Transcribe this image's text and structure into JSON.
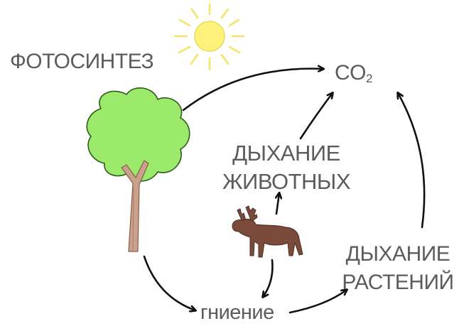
{
  "labels": {
    "photosynthesis": "ФОТОСИНТЕЗ",
    "co2_main": "CO",
    "co2_sub": "2",
    "animal_respiration_line1": "ДЫХАНИЕ",
    "animal_respiration_line2": "ЖИВОТНЫХ",
    "plant_respiration_line1": "ДЫХАНИЕ",
    "plant_respiration_line2": "РАСТЕНИЙ",
    "decay": "гниение"
  },
  "icons": [
    "sun-icon",
    "tree-icon",
    "moose-icon"
  ],
  "colors": {
    "text": "#5c5c5c",
    "arrow": "#111111",
    "sun_fill": "#fff27a",
    "sun_rays": "#f3e56a",
    "foliage": "#9bea6c",
    "foliage_outline": "#2f5a1a",
    "trunk": "#c9a18c",
    "moose": "#7a4a3a"
  }
}
